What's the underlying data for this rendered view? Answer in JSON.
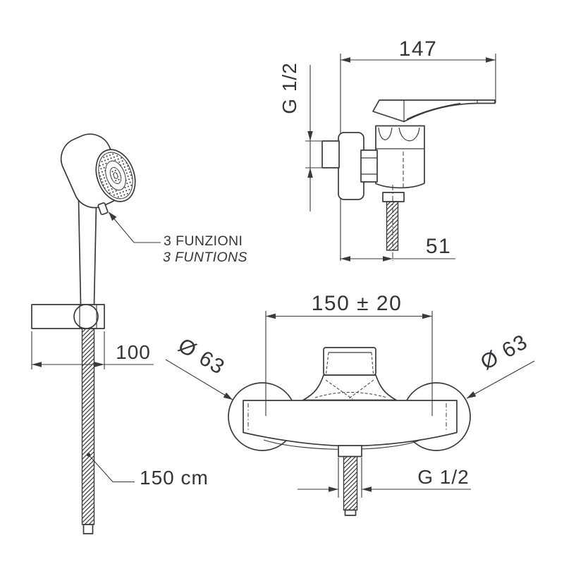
{
  "colors": {
    "background": "#ffffff",
    "line": "#3a3a3a",
    "text": "#34353b"
  },
  "views": {
    "hand_shower": {
      "functions_label": {
        "line1": "3 FUNZIONI",
        "line2": "3 FUNTIONS"
      },
      "dimensions": {
        "bracket_width": "100",
        "hose_length": "150 cm"
      }
    },
    "mixer_side": {
      "dimensions": {
        "width": "147",
        "inlet_thread": "G 1/2",
        "wall_to_outlet": "51"
      }
    },
    "mixer_front": {
      "dimensions": {
        "centers_distance": "150 ± 20",
        "left_escutcheon_diameter": "Ø 63",
        "right_escutcheon_diameter": "Ø 63",
        "outlet_thread": "G 1/2"
      }
    }
  }
}
